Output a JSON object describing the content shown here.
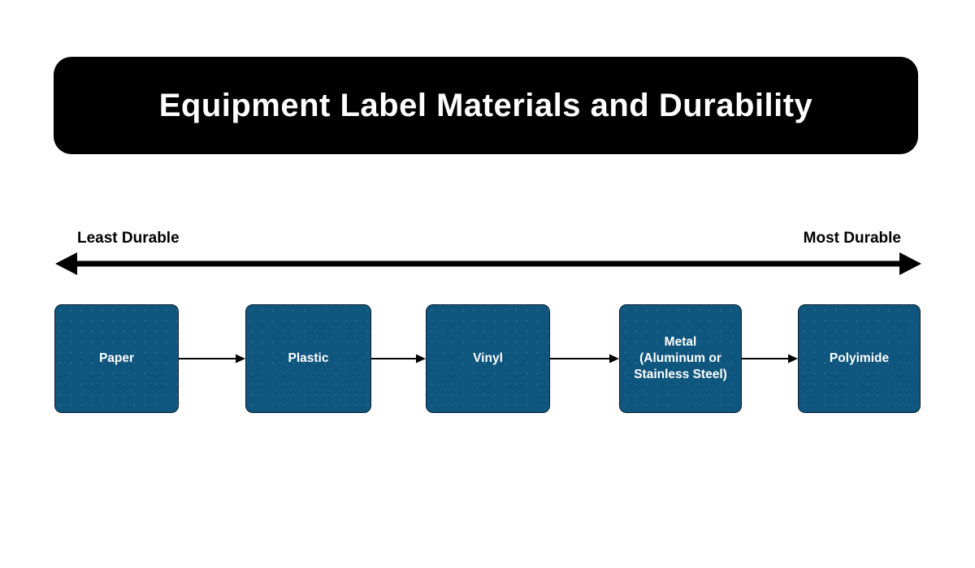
{
  "title": "Equipment Label Materials and Durability",
  "axis": {
    "left_label": "Least Durable",
    "right_label": "Most Durable"
  },
  "nodes": [
    {
      "label": "Paper"
    },
    {
      "label": "Plastic"
    },
    {
      "label": "Vinyl"
    },
    {
      "label": "Metal\n(Aluminum or\nStainless Steel)"
    },
    {
      "label": "Polyimide"
    }
  ],
  "colors": {
    "title_bg": "#000000",
    "title_text": "#ffffff",
    "node_fill": "#0f567e",
    "node_border": "#0d1f2d",
    "arrow": "#000000"
  }
}
